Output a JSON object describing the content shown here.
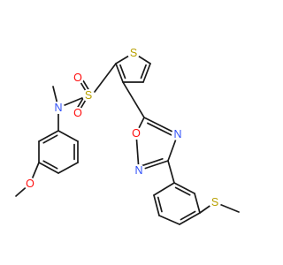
{
  "molecule": {
    "atoms": [
      {
        "label": "S",
        "color": "#b8a000"
      },
      {
        "label": "O",
        "color": "#ff0d0d"
      },
      {
        "label": "O",
        "color": "#ff0d0d"
      },
      {
        "label": "N",
        "color": "#3050f8"
      },
      {
        "label": "S",
        "color": "#b8a000"
      },
      {
        "label": "O",
        "color": "#ff0d0d"
      },
      {
        "label": "N",
        "color": "#3050f8"
      },
      {
        "label": "N",
        "color": "#3050f8"
      },
      {
        "label": "O",
        "color": "#ff0d0d"
      },
      {
        "label": "S",
        "color": "#b8a000"
      }
    ],
    "bond_color": "#1a1a1a"
  }
}
